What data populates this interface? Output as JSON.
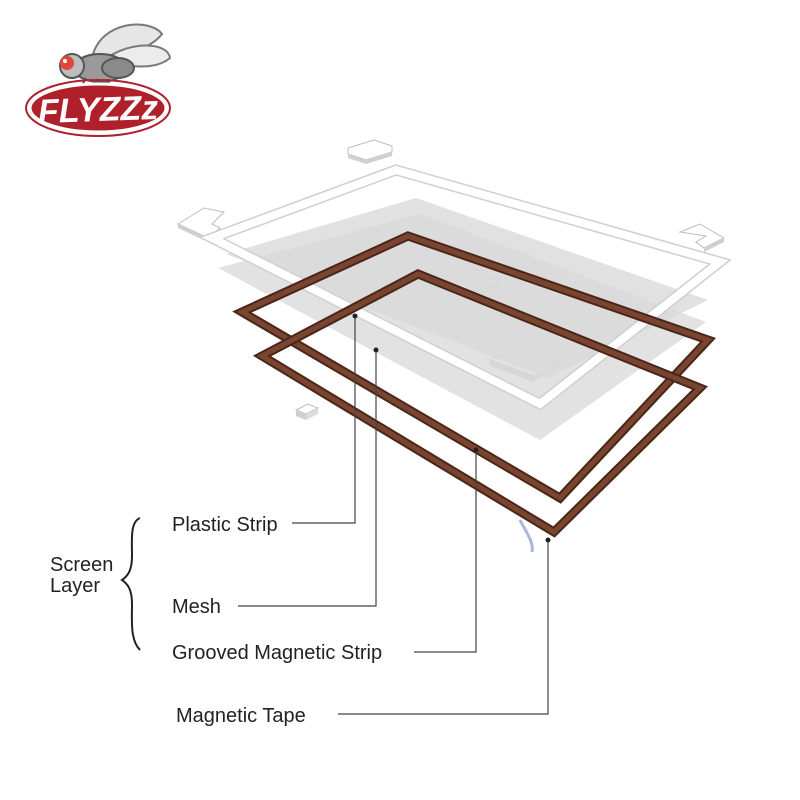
{
  "brand": {
    "name": "FLYZZz",
    "colors": {
      "badge": "#b0202a",
      "badge_text": "#ffffff"
    }
  },
  "labels": {
    "plastic_strip": "Plastic Strip",
    "mesh": "Mesh",
    "grooved_magnetic_strip": "Grooved Magnetic Strip",
    "magnetic_tape": "Magnetic Tape",
    "screen_layer_line1": "Screen",
    "screen_layer_line2": "Layer"
  },
  "colors": {
    "magnetic": "#6b3a26",
    "frame": "#ffffff",
    "mesh": "#d8d8d8",
    "leader": "#444444",
    "text": "#222222"
  }
}
